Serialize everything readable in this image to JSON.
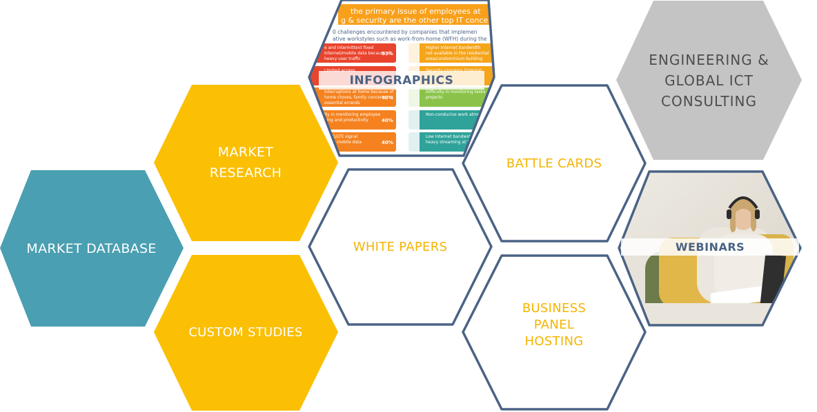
{
  "colors": {
    "teal": "#4a9fb2",
    "gold": "#fbbf03",
    "navy_outline": "#4a6385",
    "gray": "#c4c4c4",
    "white_text": "#ffffff",
    "gold_text": "#f5b400",
    "dark_text": "#4d4d4d",
    "navy_text": "#4a6385"
  },
  "hexes": {
    "market_database": "MARKET DATABASE",
    "market_research": "MARKET\nRESEARCH",
    "custom_studies": "CUSTOM STUDIES",
    "white_papers": "WHITE PAPERS",
    "infographics": "INFOGRAPHICS",
    "battle_cards": "BATTLE CARDS",
    "business_panel_hosting": "BUSINESS\nPANEL\nHOSTING",
    "engineering_consulting": "ENGINEERING &\nGLOBAL ICT\nCONSULTING",
    "webinars": "WEBINARS"
  },
  "infographic_preview": {
    "headline_1": "the primary issue of employees at",
    "headline_2": "g & security are the other top IT conce",
    "subtext_1": "0 challenges encountered by companies that implemen",
    "subtext_2": "ative workstyles such as work-from-home (WFH) during the",
    "rows": [
      {
        "left": "e and intermittent fixed\nInternet/mobile data because of\nheavy user traffic",
        "pct": "53%",
        "right": "Higher Internet bandwidth\nnot available in the residential\narea/condominium building"
      },
      {
        "left": "Limited access",
        "pct": "",
        "right": "Security concerns (internal"
      },
      {
        "left": "Interruptions at home because of\nhome chores, family concerns, or\nessential errands",
        "pct": "40%",
        "right": "Difficulty in monitoring tasks and\nprojects"
      },
      {
        "left": "lty in monitoring employee\nking and productivity",
        "pct": "40%",
        "right": "Non-conducive work atmos"
      },
      {
        "left": "to 3G/LTE signal\nvable mobile data",
        "pct": "40%",
        "right": "Low Internet bandwid\nheavy streaming at h"
      }
    ]
  }
}
